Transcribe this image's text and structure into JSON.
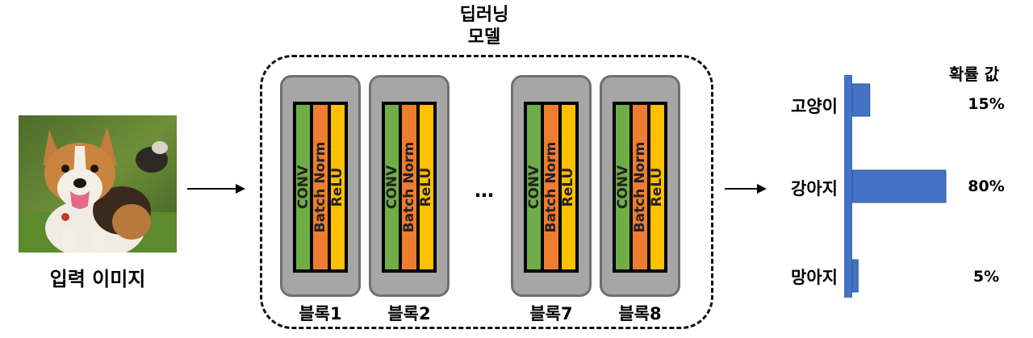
{
  "input": {
    "caption": "입력 이미지"
  },
  "model": {
    "title_line1": "딥러닝",
    "title_line2": "모델"
  },
  "blocks": [
    {
      "label": "블록1",
      "layers": [
        "CONV",
        "Batch Norm",
        "ReLU"
      ]
    },
    {
      "label": "블록2",
      "layers": [
        "CONV",
        "Batch Norm",
        "ReLU"
      ]
    },
    {
      "label": "블록7",
      "layers": [
        "CONV",
        "Batch Norm",
        "ReLU"
      ]
    },
    {
      "label": "블록8",
      "layers": [
        "CONV",
        "Batch Norm",
        "ReLU"
      ]
    }
  ],
  "ellipsis": "…",
  "colors": {
    "conv": "#70ad47",
    "batch_norm": "#ed7d31",
    "relu": "#ffc000",
    "bar": "#4472c4"
  },
  "chart_data": {
    "type": "bar",
    "orientation": "horizontal",
    "title": "확률 값",
    "categories": [
      "고양이",
      "강아지",
      "망아지"
    ],
    "values": [
      15,
      80,
      5
    ],
    "value_labels": [
      "15%",
      "80%",
      "5%"
    ]
  }
}
